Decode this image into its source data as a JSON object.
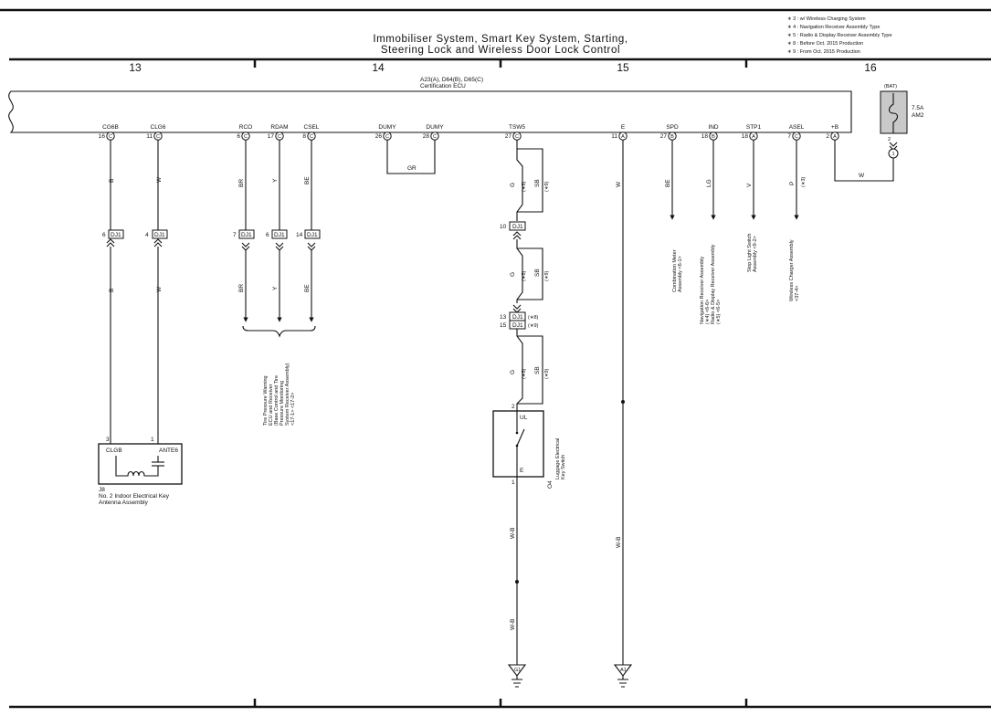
{
  "title": {
    "line1": "Immobiliser System,  Smart Key System,  Starting,",
    "line2": "Steering Lock and Wireless Door Lock Control"
  },
  "notes": [
    "∗ 3 : w/ Wireless Charging System",
    "∗ 4 : Navigation Receiver Assembly Type",
    "∗ 5 : Radio & Display Receiver Assembly Type",
    "∗ 8 : Before Oct.  2015 Production",
    "∗ 9 : From Oct.  2015 Production"
  ],
  "columns": [
    "13",
    "14",
    "15",
    "16"
  ],
  "ecu": {
    "connectors": "A23(A), D64(B), D65(C)",
    "name": "Certification ECU",
    "pins": [
      {
        "name": "CG6B",
        "num": "16",
        "conn": "C"
      },
      {
        "name": "CLG6",
        "num": "11",
        "conn": "C"
      },
      {
        "name": "RCO",
        "num": "6",
        "conn": "C"
      },
      {
        "name": "RDAM",
        "num": "17",
        "conn": "C"
      },
      {
        "name": "CSEL",
        "num": "8",
        "conn": "C"
      },
      {
        "name": "DUMY",
        "num": "26",
        "conn": "C"
      },
      {
        "name": "DUMY",
        "num": "28",
        "conn": "C"
      },
      {
        "name": "TSW5",
        "num": "27",
        "conn": "C"
      },
      {
        "name": "E",
        "num": "11",
        "conn": "A"
      },
      {
        "name": "SPD",
        "num": "27",
        "conn": "B"
      },
      {
        "name": "IND",
        "num": "18",
        "conn": "B"
      },
      {
        "name": "STP1",
        "num": "18",
        "conn": "A"
      },
      {
        "name": "ASEL",
        "num": "7",
        "conn": "C"
      },
      {
        "name": "+B",
        "num": "2",
        "conn": "A"
      }
    ]
  },
  "wire_colors": [
    "B",
    "W",
    "BR",
    "Y",
    "BE",
    "GR",
    "G",
    "SB",
    "V",
    "LG",
    "P",
    "W-B"
  ],
  "connector_dj1": "DJ1",
  "dj1_pins": {
    "cg6b": "6",
    "clg6": "4",
    "rco": "7",
    "rdam": "6",
    "csel": "14",
    "tsw_top": "10",
    "tsw_b8": "13",
    "tsw_b9": "15"
  },
  "variants": {
    "v3": "(∗3)",
    "v8": "(∗8)",
    "v9": "(∗9)"
  },
  "fuse": {
    "box": "(BAT)",
    "rating": "7.5A",
    "name": "AM2",
    "pin_conn": "2",
    "pin_letter": "1"
  },
  "antenna": {
    "pin_left": "3",
    "pin_right": "1",
    "label_left": "CLGB",
    "label_right": "ANTE6",
    "code": "J8",
    "name1": "No. 2 Indoor Electrical Key",
    "name2": "Antenna Assembly"
  },
  "tpms": {
    "lines": [
      "Tire Pressure Warning",
      "ECU and Receiver",
      "(Base Control and Tire",
      "Pressure Monitoring",
      "System Receiver Assembly)",
      "<17-1> <17-2>"
    ]
  },
  "luggage_switch": {
    "code": "O4",
    "line1": "Luggage Electrical",
    "line2": "Key Switch",
    "pin_top": "2",
    "pin_bottom": "1",
    "term_ul": "UL",
    "term_e": "E"
  },
  "destinations": {
    "combination": [
      "Combination Meter",
      "Assembly <6-1>"
    ],
    "navigation": [
      "Navigation Receiver Assembly",
      "(∗4) <6-6>",
      "Radio & Display Receiver Assembly",
      "(∗5) <6-5>"
    ],
    "stop": [
      "Stop Light Switch",
      "Assembly <9-2>"
    ],
    "wireless": [
      "Wireless Charger Assembly",
      "<37-4>"
    ]
  },
  "grounds": [
    "G1",
    "A1"
  ]
}
